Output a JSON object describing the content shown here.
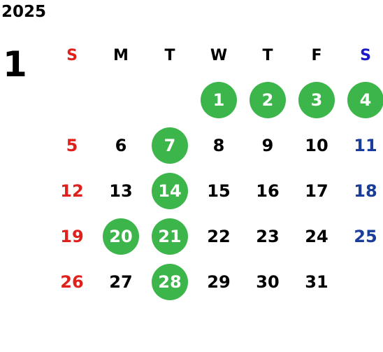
{
  "calendar": {
    "year": "2025",
    "month": "1",
    "weekdays": [
      "S",
      "M",
      "T",
      "W",
      "T",
      "F",
      "S"
    ],
    "weekday_colors": [
      "#e0201c",
      "#000000",
      "#000000",
      "#000000",
      "#000000",
      "#000000",
      "#1a1acc"
    ],
    "day_colors": [
      "#e0201c",
      "#000000",
      "#000000",
      "#000000",
      "#000000",
      "#000000",
      "#1a3d99"
    ],
    "marked_color": "#3cb54a",
    "weeks": [
      [
        {
          "day": ""
        },
        {
          "day": ""
        },
        {
          "day": ""
        },
        {
          "day": "1",
          "marked": true
        },
        {
          "day": "2",
          "marked": true
        },
        {
          "day": "3",
          "marked": true
        },
        {
          "day": "4",
          "marked": true
        }
      ],
      [
        {
          "day": "5"
        },
        {
          "day": "6"
        },
        {
          "day": "7",
          "marked": true
        },
        {
          "day": "8"
        },
        {
          "day": "9"
        },
        {
          "day": "10"
        },
        {
          "day": "11"
        }
      ],
      [
        {
          "day": "12"
        },
        {
          "day": "13"
        },
        {
          "day": "14",
          "marked": true
        },
        {
          "day": "15"
        },
        {
          "day": "16"
        },
        {
          "day": "17"
        },
        {
          "day": "18"
        }
      ],
      [
        {
          "day": "19"
        },
        {
          "day": "20",
          "marked": true
        },
        {
          "day": "21",
          "marked": true
        },
        {
          "day": "22"
        },
        {
          "day": "23"
        },
        {
          "day": "24"
        },
        {
          "day": "25"
        }
      ],
      [
        {
          "day": "26"
        },
        {
          "day": "27"
        },
        {
          "day": "28",
          "marked": true
        },
        {
          "day": "29"
        },
        {
          "day": "30"
        },
        {
          "day": "31"
        },
        {
          "day": ""
        }
      ]
    ]
  }
}
